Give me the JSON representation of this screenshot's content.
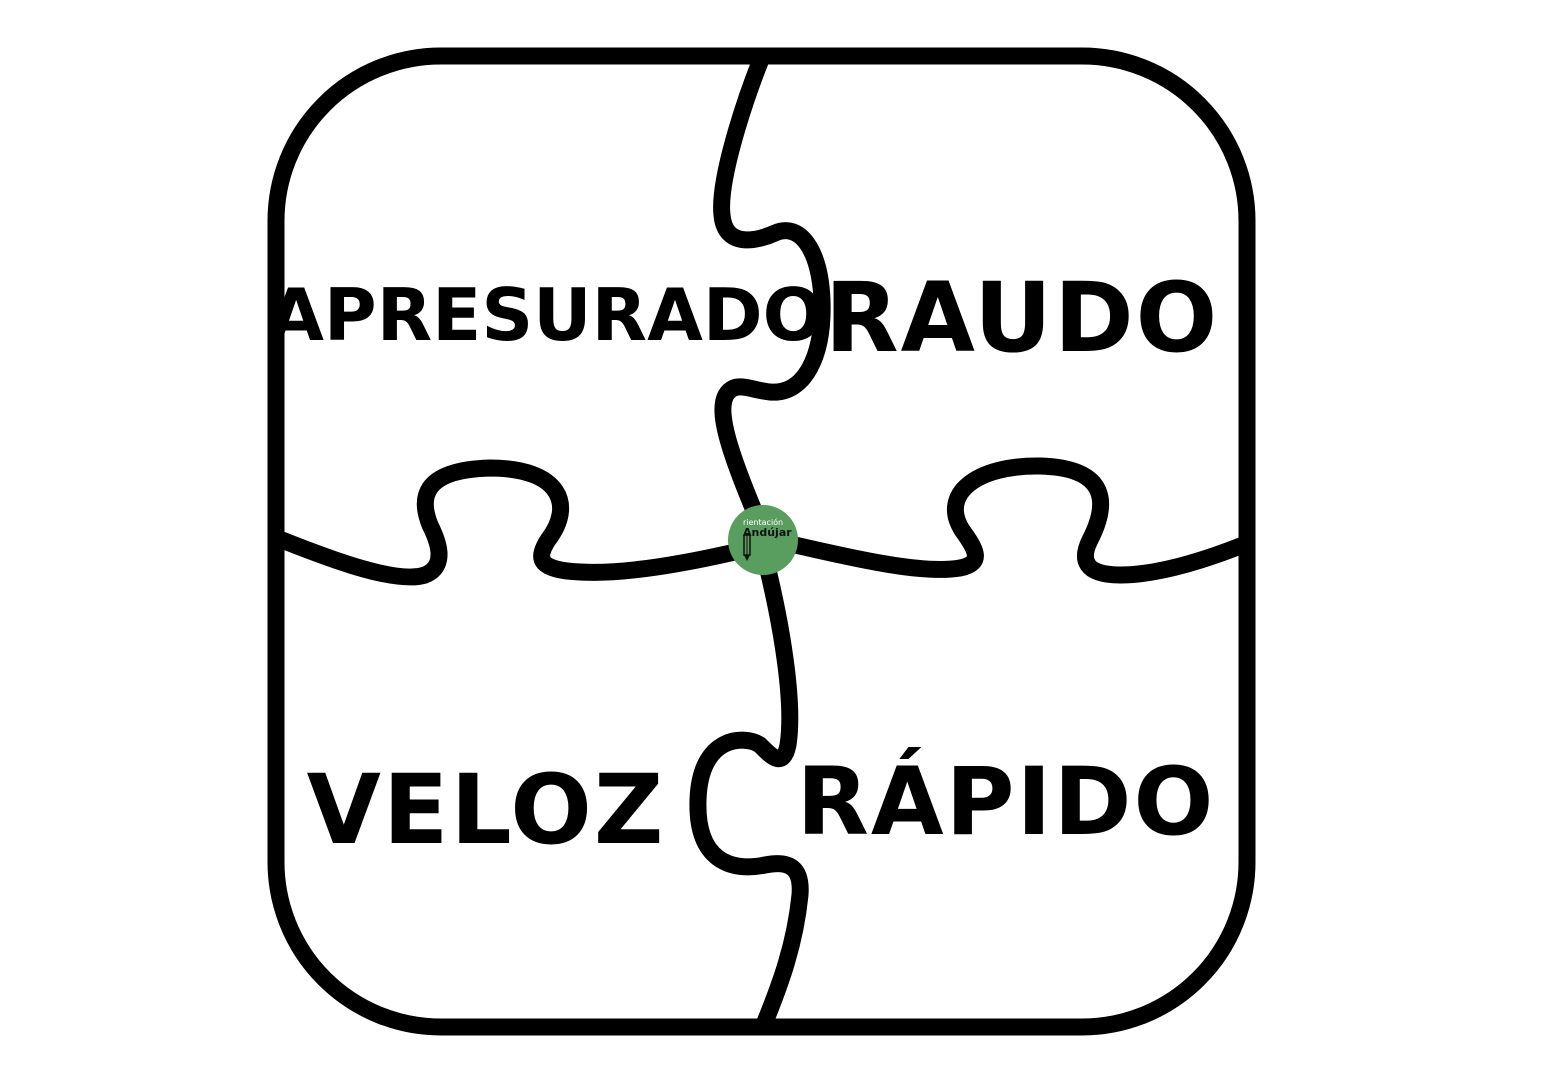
{
  "puzzle": {
    "pieces": [
      {
        "word": "APRESURADO"
      },
      {
        "word": "RAUDO"
      },
      {
        "word": "VELOZ"
      },
      {
        "word": "RÁPIDO"
      }
    ],
    "outline_color": "#000000",
    "background_color": "#ffffff"
  },
  "logo": {
    "line1": "rientación",
    "line2": "Andújar",
    "color": "#5a9e5f",
    "icon": "pencil-icon"
  }
}
